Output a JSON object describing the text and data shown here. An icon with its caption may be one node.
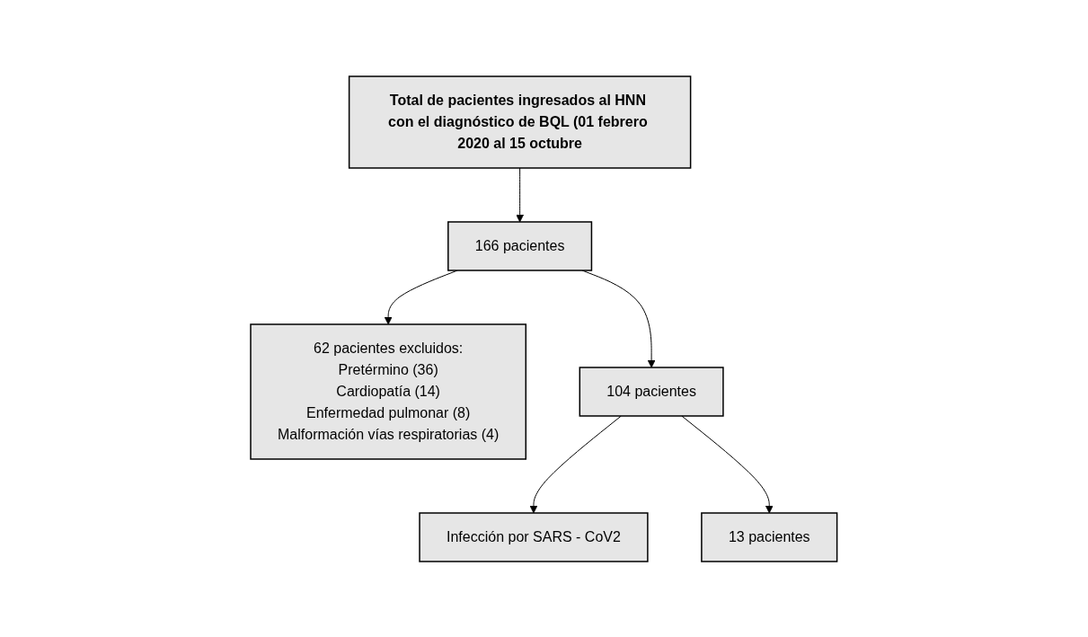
{
  "diagram": {
    "nodes": [
      {
        "text": [
          "Total de pacientes ingresados al HNN con el diagnóstico de BQL (01 febrero 2020 al 15 octubre"
        ]
      },
      {
        "text": [
          "166 pacientes"
        ]
      },
      {
        "text": [
          "62 pacientes excluidos:",
          "Pretérmino (36)",
          "Cardiopatía (14)",
          "Enfermedad pulmonar (8)",
          "Malformación vías respiratorias (4)"
        ]
      },
      {
        "text": [
          "104 pacientes"
        ]
      },
      {
        "text": [
          "Infección por SARS - CoV2"
        ]
      },
      {
        "text": [
          "13 pacientes"
        ]
      }
    ],
    "edges": [
      {
        "from": 0,
        "to": 1,
        "arrow": "to"
      },
      {
        "from": 1,
        "to": 2,
        "arrow": "to"
      },
      {
        "from": 1,
        "to": 3,
        "arrow": "to"
      },
      {
        "from": 3,
        "to": 4,
        "arrow": "to"
      },
      {
        "from": 3,
        "to": 5,
        "arrow": "to"
      }
    ]
  }
}
